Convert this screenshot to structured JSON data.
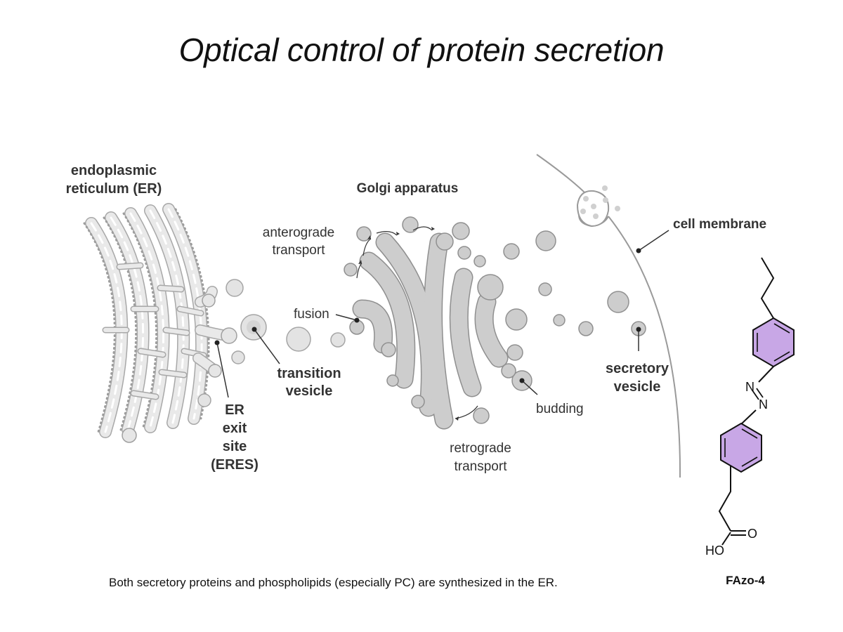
{
  "title": "Optical control of protein secretion",
  "labels": {
    "er": [
      "endoplasmic",
      "reticulum (ER)"
    ],
    "golgi": "Golgi apparatus",
    "anterograde": [
      "anterograde",
      "transport"
    ],
    "fusion": "fusion",
    "transition_vesicle": [
      "transition",
      "vesicle"
    ],
    "eres": [
      "ER",
      "exit",
      "site",
      "(ERES)"
    ],
    "budding": "budding",
    "retrograde": [
      "retrograde",
      "transport"
    ],
    "secretory_vesicle": [
      "secretory",
      "vesicle"
    ],
    "cell_membrane": "cell membrane"
  },
  "molecule": {
    "name": "FAzo-4",
    "atoms": {
      "n1": "N",
      "n2": "N",
      "o": "O",
      "ho": "HO"
    },
    "ring_color": "#c8a7e6"
  },
  "caption": "Both secretory proteins and phospholipids (especially PC) are synthesized in the ER.",
  "colors": {
    "organelle_fill": "#cfcfcf",
    "organelle_stroke": "#9a9a9a",
    "er_fill": "#e6e6e6",
    "text": "#333333"
  }
}
